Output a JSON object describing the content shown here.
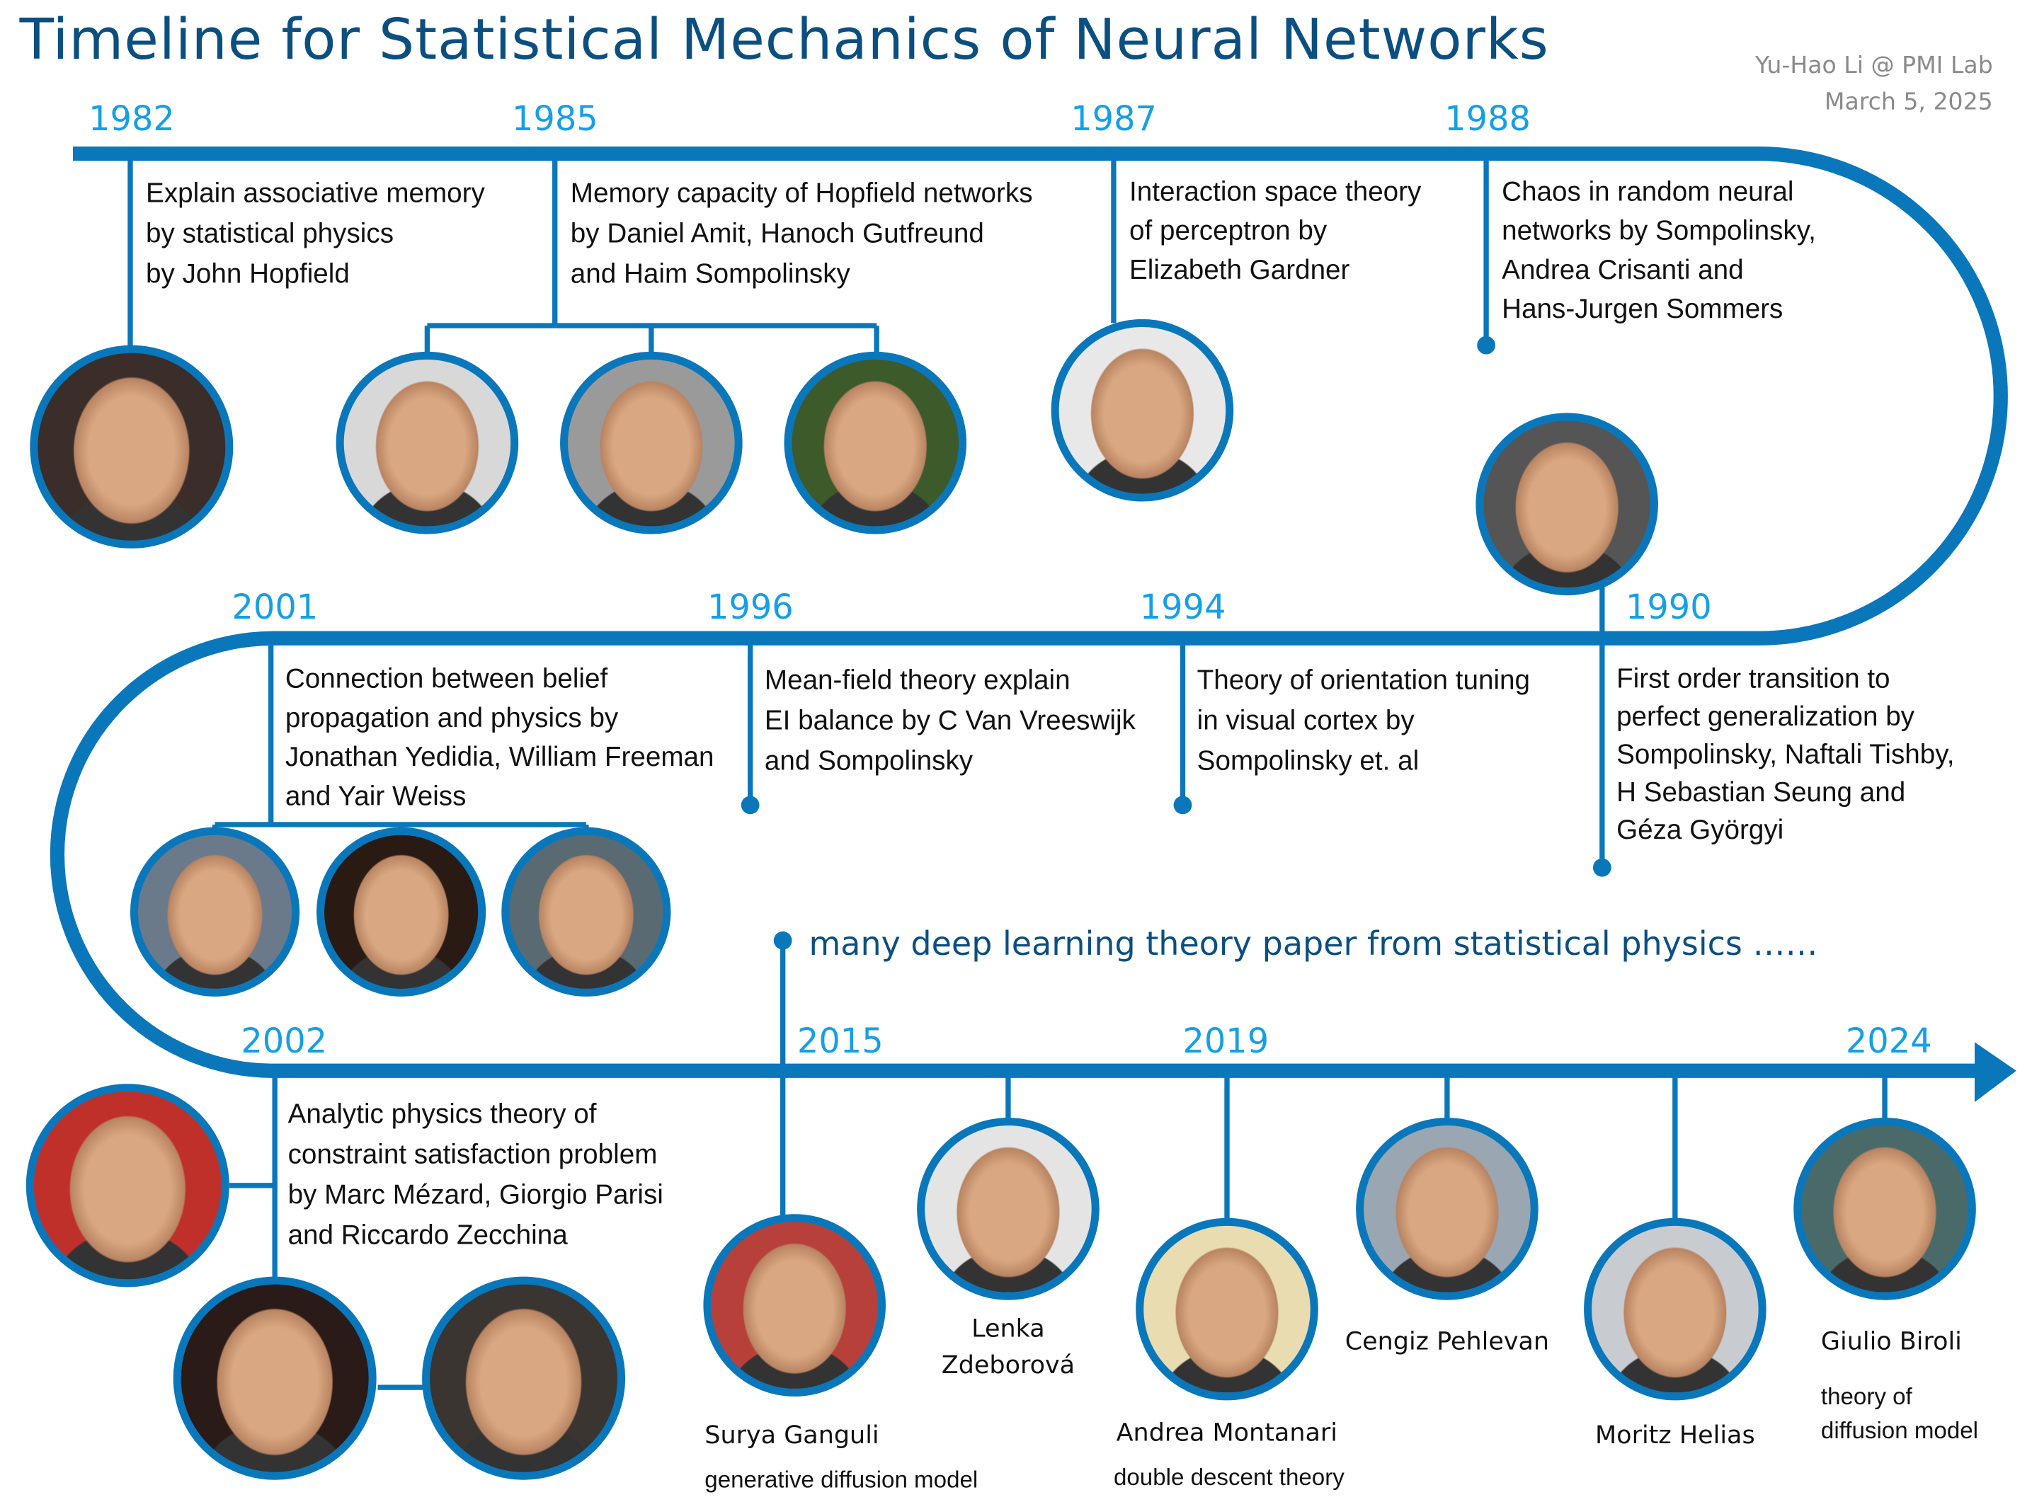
{
  "title": "Timeline for Statistical Mechanics of Neural Networks",
  "credit": {
    "author": "Yu-Hao Li @ PMI Lab",
    "date": "March 5, 2025"
  },
  "colors": {
    "line": "#0a77bb",
    "year": "#159fe6",
    "title": "#0b4f80"
  },
  "events": [
    {
      "year": "1982",
      "lines": [
        "Explain associative memory",
        "by statistical physics",
        "by John Hopfield"
      ]
    },
    {
      "year": "1985",
      "lines": [
        "Memory capacity of Hopfield networks",
        "by Daniel Amit, Hanoch Gutfreund",
        "and Haim Sompolinsky"
      ]
    },
    {
      "year": "1987",
      "lines": [
        "Interaction space theory",
        "of perceptron by",
        "Elizabeth Gardner"
      ]
    },
    {
      "year": "1988",
      "lines": [
        "Chaos in random neural",
        "networks by Sompolinsky,",
        "Andrea Crisanti and",
        "Hans-Jurgen Sommers"
      ]
    },
    {
      "year": "1990",
      "lines": [
        "First order transition to",
        "perfect generalization by",
        "Sompolinsky, Naftali Tishby,",
        "H Sebastian Seung and",
        "Géza Györgyi"
      ]
    },
    {
      "year": "1994",
      "lines": [
        "Theory of orientation tuning",
        "in visual cortex by",
        "Sompolinsky et. al"
      ]
    },
    {
      "year": "1996",
      "lines": [
        "Mean-field theory explain",
        "EI balance by C Van Vreeswijk",
        "and Sompolinsky"
      ]
    },
    {
      "year": "2001",
      "lines": [
        "Connection between belief",
        "propagation and physics by",
        "Jonathan Yedidia, William Freeman",
        "and Yair Weiss"
      ]
    },
    {
      "year": "2002",
      "lines": [
        "Analytic physics theory of",
        "constraint satisfaction problem",
        "by Marc Mézard, Giorgio Parisi",
        "and Riccardo Zecchina"
      ]
    }
  ],
  "note": "many deep learning theory paper from statistical physics ……",
  "modern": {
    "years": [
      "2015",
      "2019",
      "2024"
    ],
    "people": [
      {
        "name": "Surya Ganguli",
        "desc": "generative diffusion model"
      },
      {
        "name_lines": [
          "Lenka",
          "Zdeborová"
        ]
      },
      {
        "name": "Andrea Montanari",
        "desc": "double descent theory"
      },
      {
        "name": "Cengiz Pehlevan"
      },
      {
        "name": "Moritz Helias"
      },
      {
        "name": "Giulio Biroli",
        "desc_lines": [
          "theory of",
          "diffusion model"
        ]
      }
    ]
  }
}
